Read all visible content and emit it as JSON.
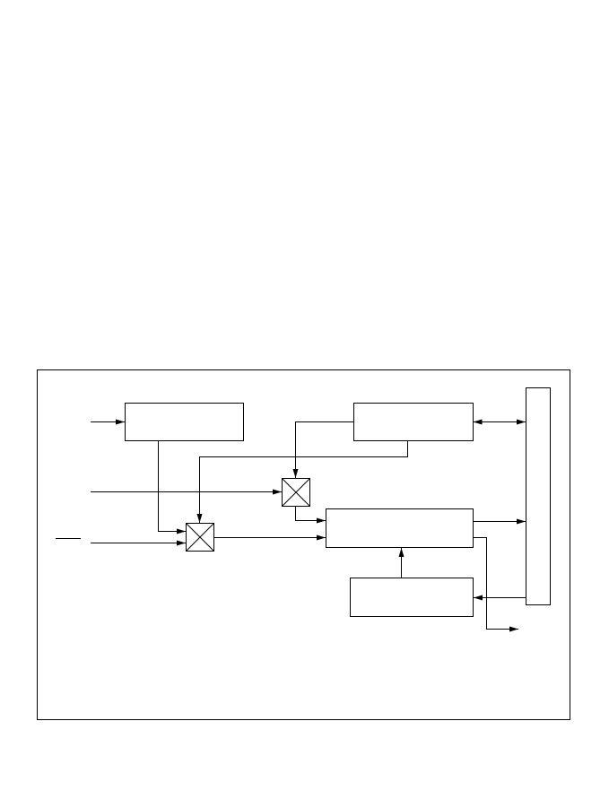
{
  "colors": {
    "line": "#000000",
    "background": "#ffffff"
  },
  "blocks": [
    {
      "id": "block-top-left"
    },
    {
      "id": "block-top-right"
    },
    {
      "id": "block-center"
    },
    {
      "id": "block-bottom"
    },
    {
      "id": "block-right-tall"
    }
  ],
  "junctions": [
    {
      "id": "upper-multiplier",
      "icon": "x-cross-icon"
    },
    {
      "id": "lower-multiplier",
      "icon": "x-cross-icon"
    }
  ]
}
